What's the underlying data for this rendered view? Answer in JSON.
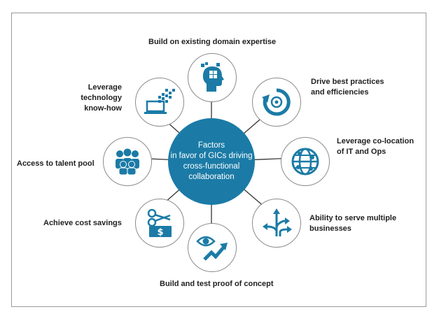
{
  "hub": {
    "text": "Factors\nin favor of GICs driving\ncross-functional\ncollaboration"
  },
  "factors": [
    {
      "label": "Build on existing domain expertise",
      "icon": "head-puzzle-icon"
    },
    {
      "label": "Drive best practices\nand efficiencies",
      "icon": "refresh-target-icon"
    },
    {
      "label": "Leverage co-location\nof IT and Ops",
      "icon": "globe-network-icon"
    },
    {
      "label": "Ability to serve multiple\nbusinesses",
      "icon": "branching-arrows-icon"
    },
    {
      "label": "Build and test proof of concept",
      "icon": "eye-trend-arrow-icon"
    },
    {
      "label": "Achieve cost savings",
      "icon": "scissors-dollar-icon"
    },
    {
      "label": "Access to talent pool",
      "icon": "people-group-icon"
    },
    {
      "label": "Leverage technology\nknow-how",
      "icon": "laptop-pixels-icon"
    }
  ],
  "colors": {
    "accent": "#1b7ba6",
    "line": "#333333",
    "node_border": "#8c8c8c"
  }
}
